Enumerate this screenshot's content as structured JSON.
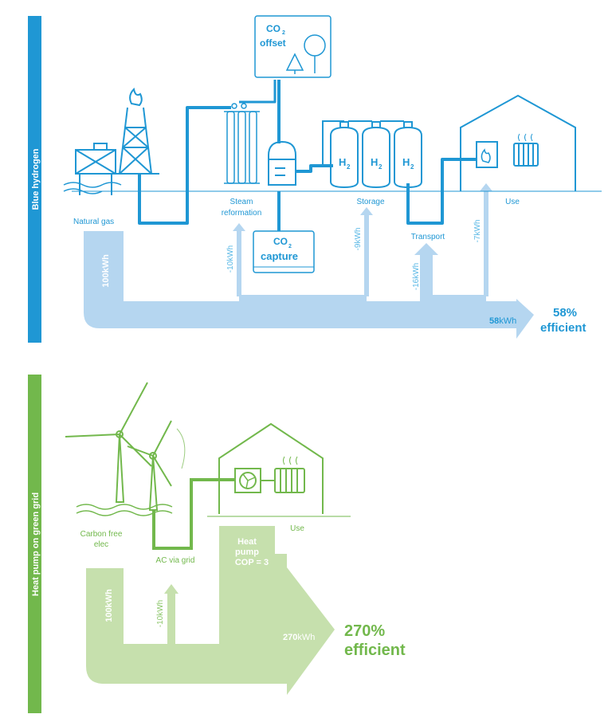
{
  "colors": {
    "blue": "#1f97d4",
    "blue_light": "#b5d6f0",
    "blue_text": "#5ab8e6",
    "green": "#72b84c",
    "green_light": "#c6e0ad",
    "green_text": "#8cc66a"
  },
  "blue_section": {
    "title": "Blue hydrogen",
    "co2_offset": {
      "line1": "CO",
      "sub": "2",
      "line2": "offset"
    },
    "co2_capture": {
      "line1": "CO",
      "sub": "2",
      "line2": "capture"
    },
    "h2_label": "H",
    "h2_sub": "2",
    "stages": {
      "natural_gas": "Natural gas",
      "steam_line1": "Steam",
      "steam_line2": "reformation",
      "storage": "Storage",
      "transport": "Transport",
      "use": "Use"
    },
    "flows": {
      "input": "100kWh",
      "loss_reformation": "-10kWh",
      "loss_storage": "-9kWh",
      "loss_transport": "-16kWh",
      "loss_use": "-7kWh",
      "output_value": "58",
      "output_unit": "kWh"
    },
    "efficiency_line1": "58%",
    "efficiency_line2": "efficient"
  },
  "green_section": {
    "title": "Heat pump on green grid",
    "stages": {
      "carbon_free_line1": "Carbon free",
      "carbon_free_line2": "elec",
      "ac_grid": "AC via grid",
      "use": "Use"
    },
    "heat_pump_line1": "Heat",
    "heat_pump_line2": "pump",
    "heat_pump_line3": "COP = 3",
    "flows": {
      "input": "100kWh",
      "loss_grid": "-10kWh",
      "output_value": "270",
      "output_unit": "kWh"
    },
    "efficiency_line1": "270%",
    "efficiency_line2": "efficient"
  }
}
